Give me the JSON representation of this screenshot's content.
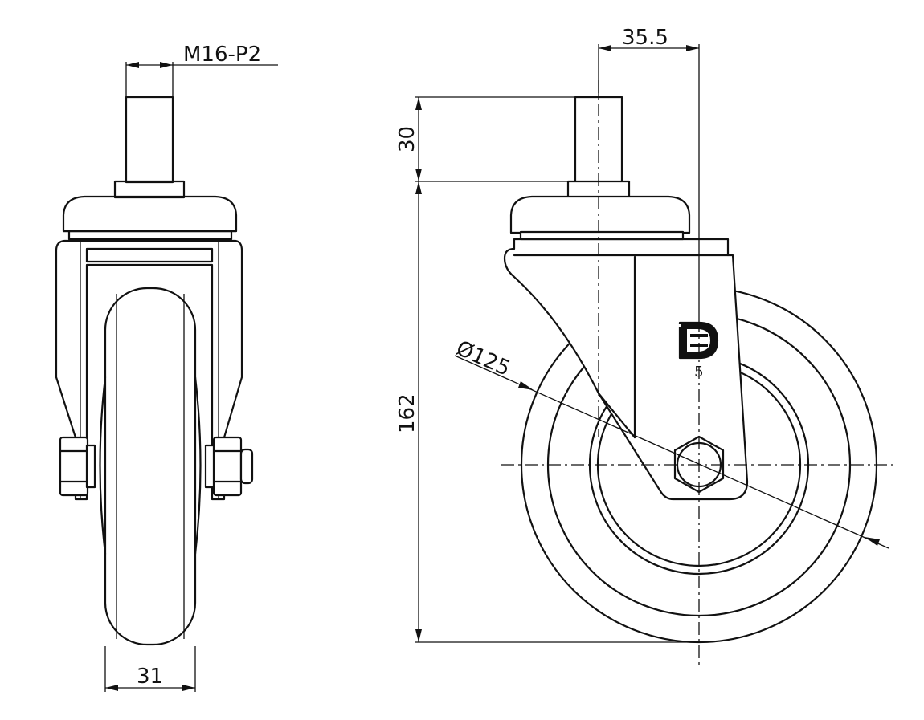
{
  "dimensions": {
    "thread": "M16-P2",
    "offset": "35.5",
    "stem_length": "30",
    "diameter": "Ø125",
    "height": "162",
    "wheel_width": "31"
  },
  "logo": {
    "letter": "D",
    "number": "5"
  },
  "colors": {
    "line": "#111111",
    "background": "#ffffff"
  }
}
